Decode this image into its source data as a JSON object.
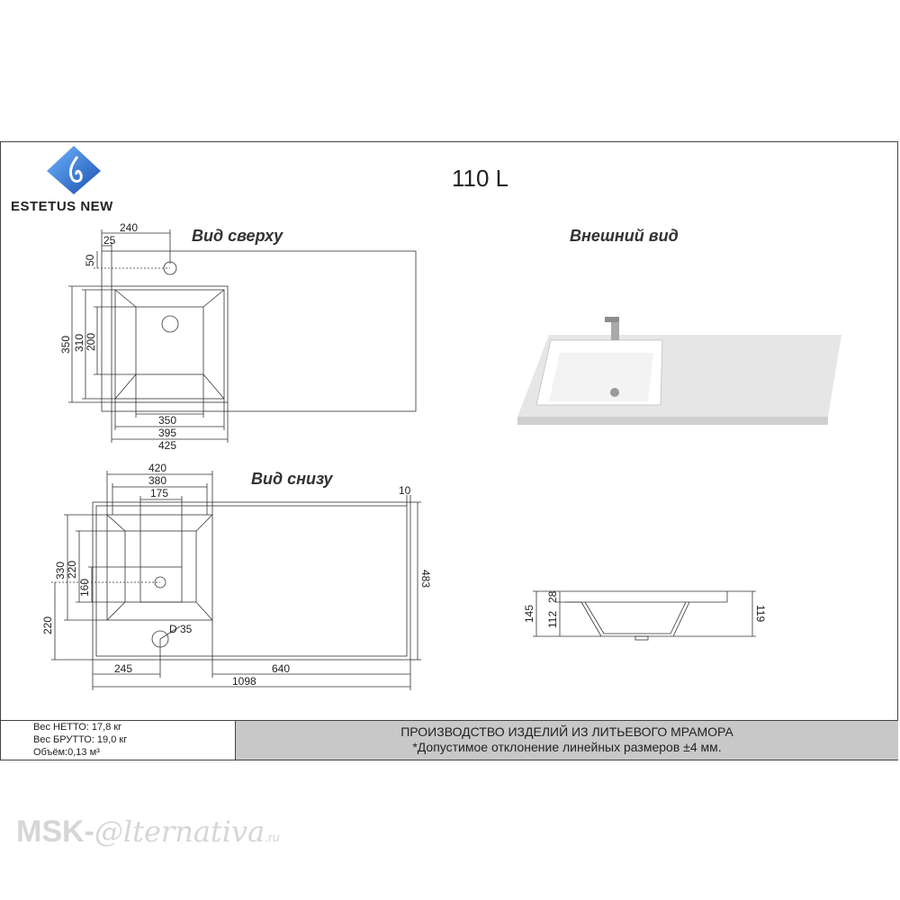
{
  "brand": {
    "name": "ESTETUS NEW",
    "logo": "water-drop-logo",
    "colors": {
      "logo": "#2f7fe0",
      "logo_dark": "#1a4fae"
    }
  },
  "model": "110 L",
  "views": {
    "top": {
      "title": "Вид сверху",
      "dims": {
        "d240": "240",
        "d25": "25",
        "d50": "50",
        "d350v": "350",
        "d310": "310",
        "d200": "200",
        "d350h": "350",
        "d395": "395",
        "d425": "425"
      }
    },
    "exterior": {
      "title": "Внешний вид"
    },
    "bottom": {
      "title": "Вид снизу",
      "dims": {
        "d420": "420",
        "d380": "380",
        "d175": "175",
        "d10": "10",
        "d330": "330",
        "d220a": "220",
        "d160": "160",
        "d220b": "220",
        "dD35": "D 35",
        "d483": "483",
        "d245": "245",
        "d640": "640",
        "d1098": "1098"
      }
    },
    "side": {
      "dims": {
        "d145": "145",
        "d28": "28",
        "d112": "112",
        "d119": "119"
      }
    }
  },
  "specs": {
    "netto": "Вес НЕТТО: 17,8 кг",
    "brutto": "Вес БРУТТО: 19,0 кг",
    "volume": "Объём:0,13 м³"
  },
  "footer": {
    "line1": "ПРОИЗВОДСТВО ИЗДЕЛИЙ ИЗ ЛИТЬЕВОГО МРАМОРА",
    "line2": "*Допустимое отклонение линейных размеров ±4 мм."
  },
  "watermark": {
    "prefix": "MSK-",
    "script": "@lternativa",
    "tld": ".ru"
  }
}
